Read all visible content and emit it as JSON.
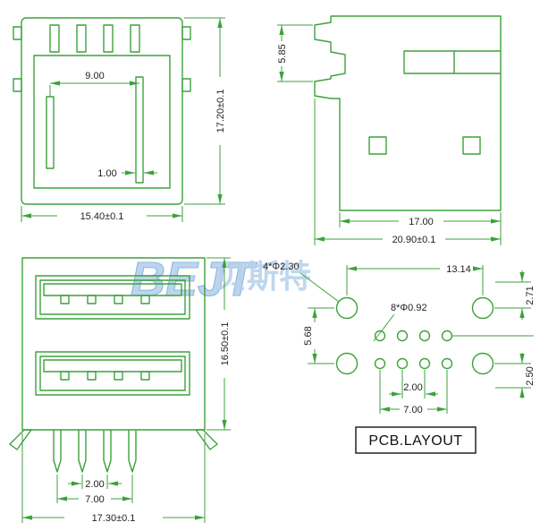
{
  "watermark": {
    "latin": "BEJT",
    "cjk": "贝斯特"
  },
  "top_view": {
    "dim_slot_pitch": "9.00",
    "dim_contact_width": "1.00",
    "dim_width": "15.40±0.1",
    "dim_depth": "17.20±0.1"
  },
  "side_view": {
    "dim_latch": "5.85",
    "dim_body": "17.00",
    "dim_total": "20.90±0.1"
  },
  "front_view": {
    "dim_pin_pitch": "2.00",
    "dim_pin_span": "7.00",
    "dim_width": "17.30±0.1",
    "dim_height": "16.50±0.1"
  },
  "pcb_layout": {
    "label": "PCB.LAYOUT",
    "dim_mount_holes": "4*Φ2.30",
    "dim_mount_span": "13.14",
    "dim_top_offset": "2.71",
    "dim_pin_holes": "8*Φ0.92",
    "dim_row_span": "5.68",
    "dim_hole_pitch": "2.00",
    "dim_hole_span": "7.00",
    "dim_bottom_offset": "2.50"
  }
}
